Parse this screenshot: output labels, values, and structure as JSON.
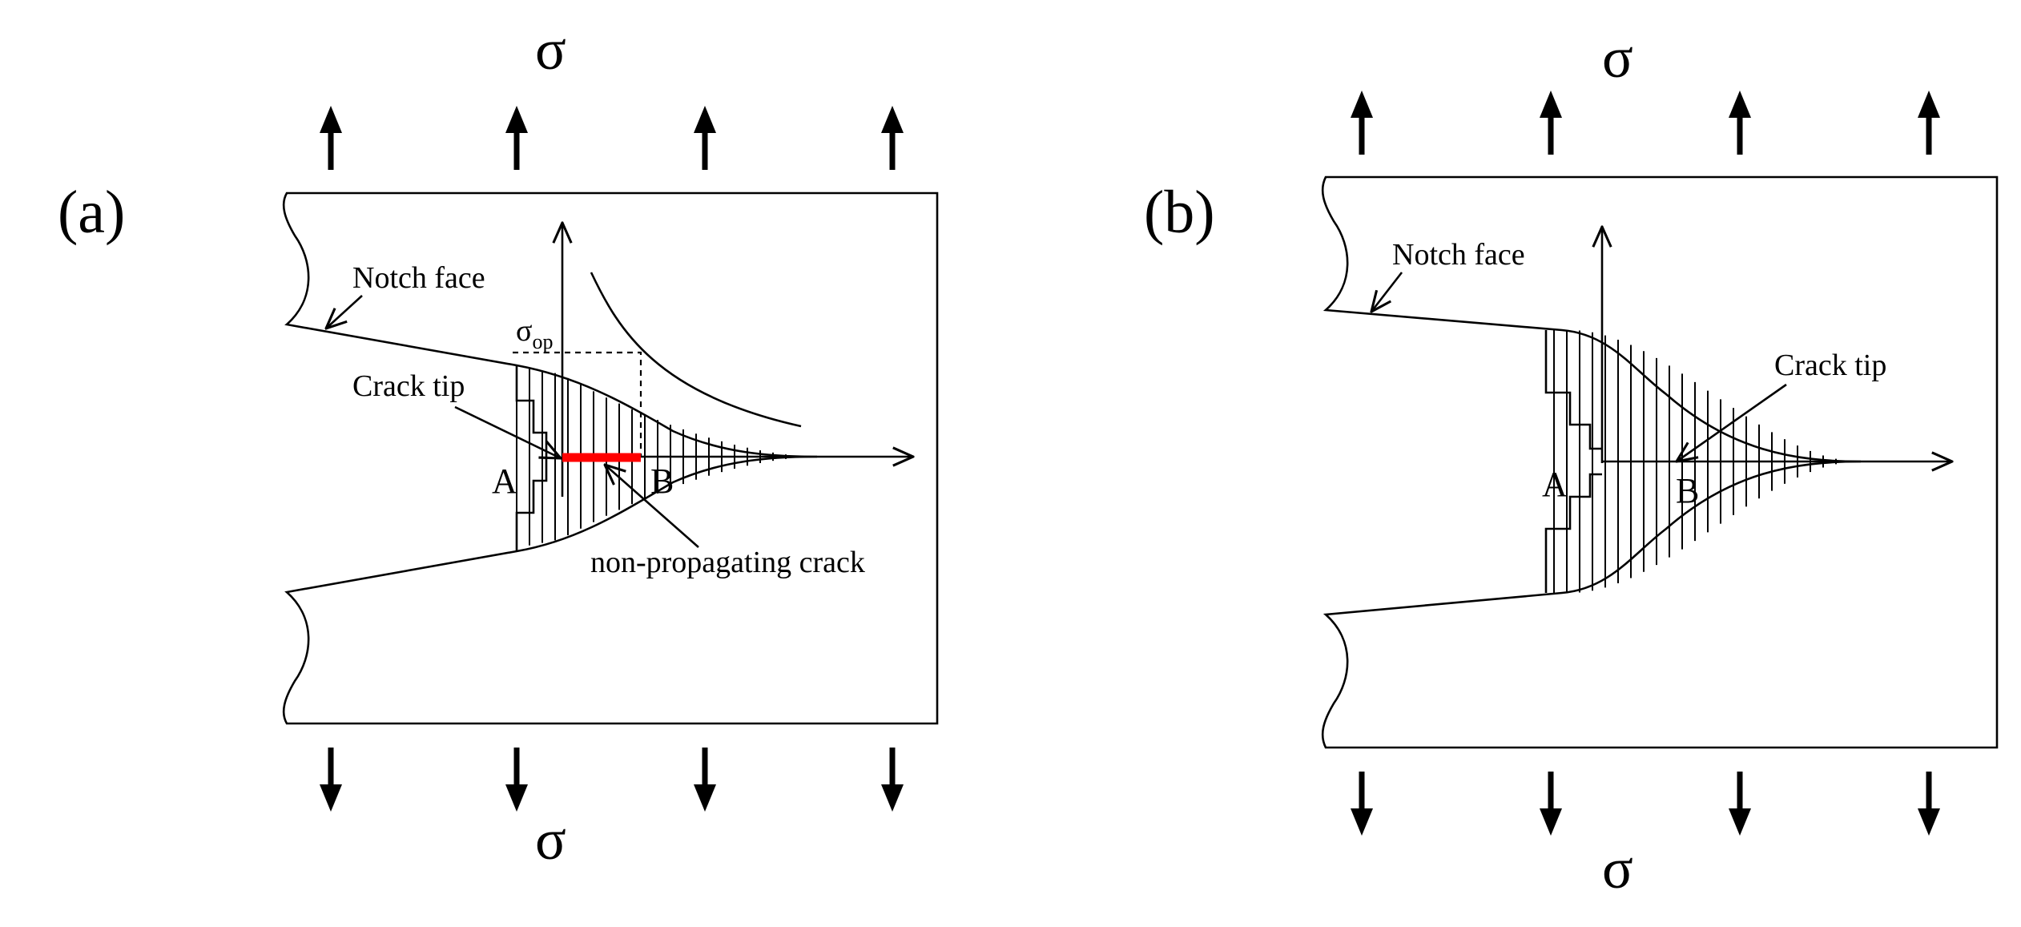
{
  "panel_a": {
    "label": "(a)",
    "sigma_top": "σ",
    "sigma_bottom": "σ",
    "notch_face": "Notch face",
    "crack_tip": "Crack tip",
    "sigma_op_symbol": "σ",
    "sigma_op_subscript": "op",
    "point_a": "A",
    "point_b": "B",
    "non_propagating_crack": "non-propagating crack"
  },
  "panel_b": {
    "label": "(b)",
    "sigma_top": "σ",
    "sigma_bottom": "σ",
    "notch_face": "Notch face",
    "crack_tip": "Crack tip",
    "point_a": "A",
    "point_b": "B"
  },
  "colors": {
    "ink": "#000000",
    "non_propagating_crack": "#ff0000",
    "background": "#ffffff"
  }
}
